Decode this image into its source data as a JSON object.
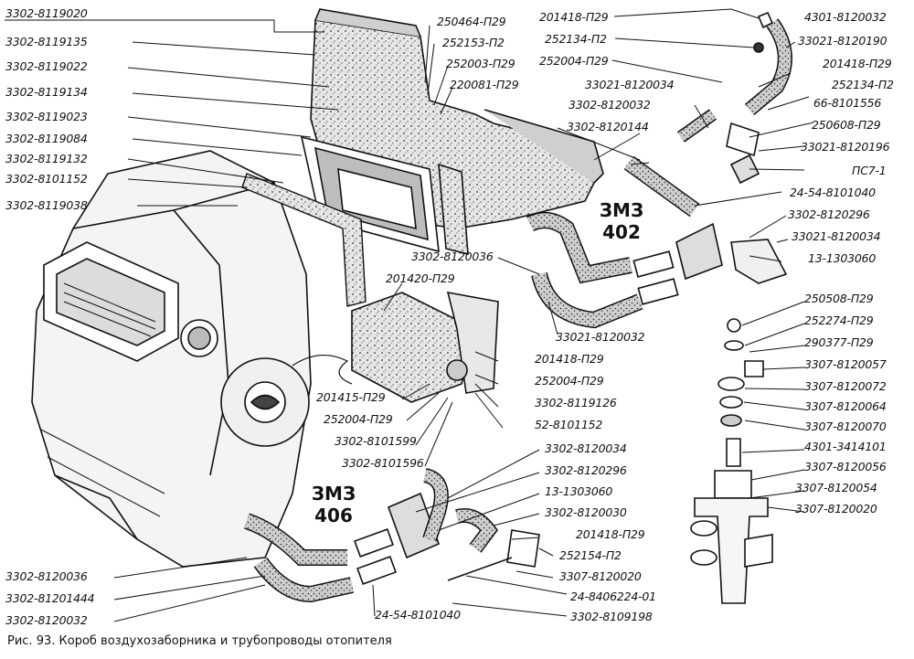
{
  "caption": "Рис. 93. Короб воздухозаборника и трубопроводы отопителя",
  "engine_labels": {
    "upper": [
      "ЗМЗ",
      "402"
    ],
    "lower": [
      "ЗМЗ",
      "406"
    ]
  },
  "callouts": {
    "left": [
      "3302-8119020",
      "3302-8119135",
      "3302-8119022",
      "3302-8119134",
      "3302-8119023",
      "3302-8119084",
      "3302-8119132",
      "3302-8101152",
      "3302-8119038"
    ],
    "top_center": [
      "250464-П29",
      "252153-П2",
      "252003-П29",
      "220081-П29"
    ],
    "top_right_a": [
      "201418-П29",
      "252134-П2",
      "252004-П29"
    ],
    "top_right_b": [
      "4301-8120032",
      "33021-8120190",
      "201418-П29",
      "252134-П2",
      "66-8101556",
      "250608-П29",
      "33021-8120196",
      "ПС7-1"
    ],
    "mid": [
      "33021-8120034",
      "3302-8120032",
      "3302-8120144",
      "24-54-8101040",
      "3302-8120296",
      "33021-8120034",
      "13-1303060",
      "3302-8120036",
      "33021-8120032"
    ],
    "center": [
      "201420-П29",
      "201418-П29",
      "252004-П29",
      "3302-8119126",
      "52-8101152",
      "201415-П29",
      "252004-П29",
      "3302-8101599",
      "3302-8101596"
    ],
    "right_column": [
      "250508-П29",
      "252274-П29",
      "290377-П29",
      "3307-8120057",
      "3307-8120072",
      "3307-8120064",
      "3307-8120070",
      "4301-3414101",
      "3307-8120056",
      "3307-8120054",
      "3307-8120020"
    ],
    "lower_center": [
      "3302-8120034",
      "3302-8120296",
      "13-1303060",
      "3302-8120030",
      "201418-П29",
      "252154-П2",
      "3307-8120020",
      "24-8406224-01",
      "3302-8109198"
    ],
    "lower_left": [
      "3302-8120036",
      "3302-81201444",
      "3302-8120032",
      "24-54-8101040"
    ]
  }
}
